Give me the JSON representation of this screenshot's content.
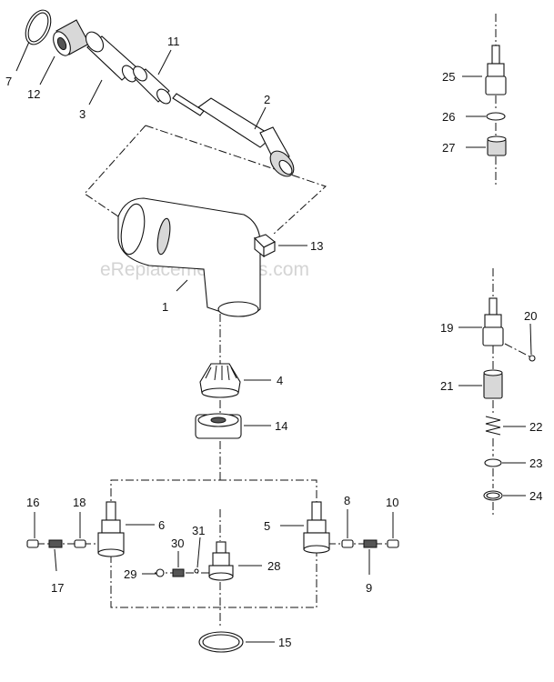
{
  "watermark": "eReplacementParts.com",
  "callouts": {
    "p1": "1",
    "p2": "2",
    "p3": "3",
    "p4": "4",
    "p5": "5",
    "p6": "6",
    "p7": "7",
    "p8": "8",
    "p9": "9",
    "p10": "10",
    "p11": "11",
    "p12": "12",
    "p13": "13",
    "p14": "14",
    "p15": "15",
    "p16": "16",
    "p17": "17",
    "p18": "18",
    "p19": "19",
    "p20": "20",
    "p21": "21",
    "p22": "22",
    "p23": "23",
    "p24": "24",
    "p25": "25",
    "p26": "26",
    "p27": "27",
    "p28": "28",
    "p29": "29",
    "p30": "30",
    "p31": "31"
  }
}
